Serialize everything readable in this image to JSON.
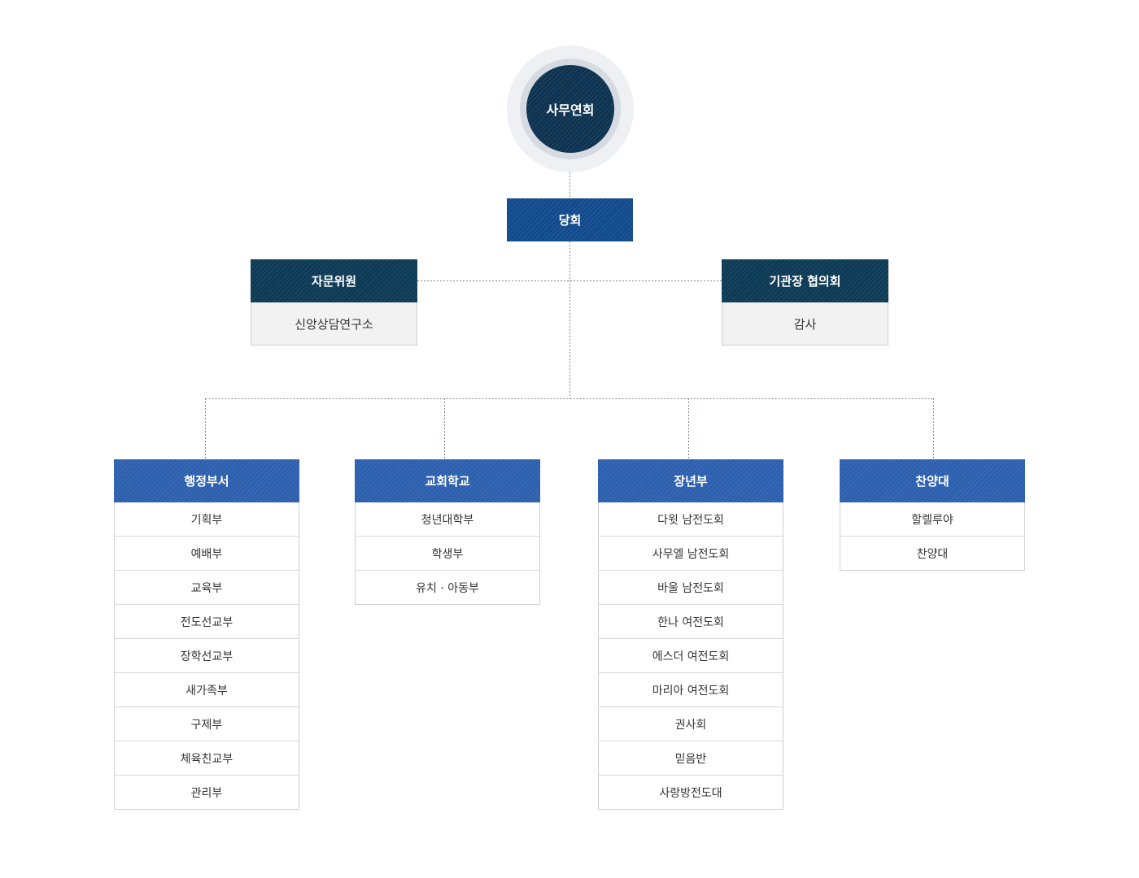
{
  "top": {
    "label": "사무연회"
  },
  "council": {
    "label": "당회"
  },
  "left_branch": {
    "title": "자문위원",
    "sub": "신앙상담연구소"
  },
  "right_branch": {
    "title": "기관장 협의회",
    "sub": "감사"
  },
  "departments": [
    {
      "title": "행정부서",
      "items": [
        "기획부",
        "예배부",
        "교육부",
        "전도선교부",
        "장학선교부",
        "새가족부",
        "구제부",
        "체육친교부",
        "관리부"
      ]
    },
    {
      "title": "교회학교",
      "items": [
        "청년대학부",
        "학생부",
        "유치 · 아동부"
      ]
    },
    {
      "title": "장년부",
      "items": [
        "다윗 남전도회",
        "사무엘 남전도회",
        "바울 남전도회",
        "한나 여전도회",
        "에스더 여전도회",
        "마리아 여전도회",
        "권사회",
        "믿음반",
        "사랑방전도대"
      ]
    },
    {
      "title": "찬양대",
      "items": [
        "할렐루야",
        "찬양대"
      ]
    }
  ],
  "colors": {
    "top_circle": "#0c3250",
    "council": "#114a8c",
    "branch_header": "#0c3a55",
    "department_header": "#2c5fae",
    "sub_box_bg": "#f2f2f2",
    "connector": "#7f8791"
  }
}
